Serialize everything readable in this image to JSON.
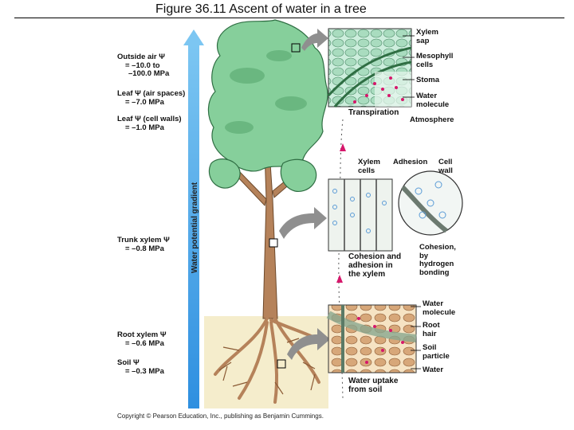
{
  "title": "Figure 36.11  Ascent of water in a tree",
  "gradient_label": "Water potential gradient",
  "left_labels": {
    "outside_air": {
      "line1": "Outside air Ψ",
      "line2": "= –10.0 to",
      "line3": "–100.0 MPa"
    },
    "leaf_air": {
      "line1": "Leaf Ψ (air spaces)",
      "line2": "= –7.0 MPa"
    },
    "leaf_walls": {
      "line1": "Leaf Ψ (cell walls)",
      "line2": "= –1.0 MPa"
    },
    "trunk": {
      "line1": "Trunk xylem Ψ",
      "line2": "= –0.8 MPa"
    },
    "root": {
      "line1": "Root xylem Ψ",
      "line2": "= –0.6 MPa"
    },
    "soil": {
      "line1": "Soil Ψ",
      "line2": "= –0.3 MPa"
    }
  },
  "top_panel": {
    "xylem_sap": {
      "line1": "Xylem",
      "line2": "sap"
    },
    "mesophyll": {
      "line1": "Mesophyll",
      "line2": "cells"
    },
    "stoma": "Stoma",
    "water_molecule": {
      "line1": "Water",
      "line2": "molecule"
    },
    "transpiration": "Transpiration",
    "atmosphere": "Atmosphere"
  },
  "middle_panel": {
    "xylem_cells": {
      "line1": "Xylem",
      "line2": "cells"
    },
    "adhesion": "Adhesion",
    "cell_wall": {
      "line1": "Cell",
      "line2": "wall"
    },
    "cohesion_adhesion": {
      "line1": "Cohesion and",
      "line2": "adhesion in",
      "line3": "the xylem"
    },
    "cohesion_bonding": {
      "line1": "Cohesion,",
      "line2": "by",
      "line3": "hydrogen",
      "line4": "bonding"
    }
  },
  "bottom_panel": {
    "water_molecule": {
      "line1": "Water",
      "line2": "molecule"
    },
    "root_hair": {
      "line1": "Root",
      "line2": "hair"
    },
    "soil_particle": {
      "line1": "Soil",
      "line2": "particle"
    },
    "water": "Water",
    "uptake": {
      "line1": "Water uptake",
      "line2": "from soil"
    }
  },
  "copyright": "Copyright © Pearson Education, Inc., publishing as Benjamin Cummings.",
  "colors": {
    "sky_arrow": "#3aa3e6",
    "foliage": "#7fc995",
    "trunk": "#b07a52",
    "soil": "#f4ecc8",
    "water": "#d6176b",
    "cells": "#bfe4cf"
  }
}
